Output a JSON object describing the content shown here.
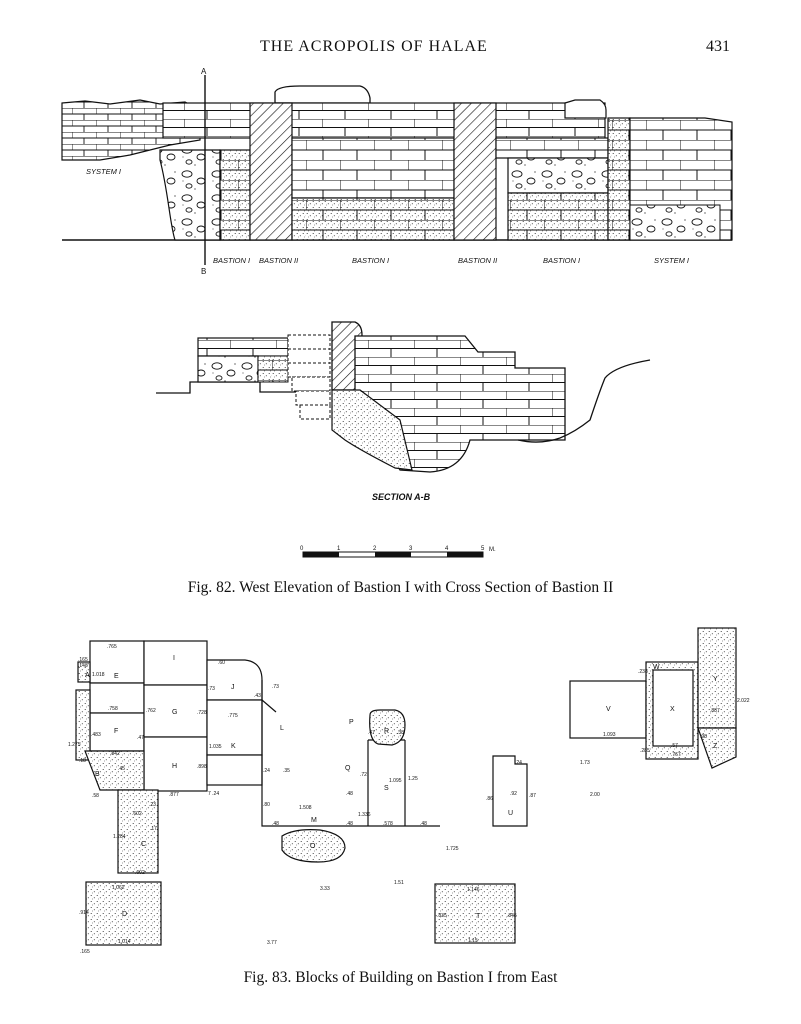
{
  "header": {
    "running_title": "THE ACROPOLIS OF HALAE",
    "page_number": "431"
  },
  "fig82": {
    "caption": "Fig. 82.  West Elevation of Bastion I with Cross Section of Bastion II",
    "section_label": "SECTION A-B",
    "marker_top": "A",
    "marker_bottom": "B",
    "system_label_left": "SYSTEM I",
    "bottom_labels": [
      "BASTION I",
      "BASTION II",
      "BASTION I",
      "BASTION II",
      "BASTION I",
      "SYSTEM I"
    ],
    "scale": {
      "ticks": [
        "0",
        "1",
        "2",
        "3",
        "4",
        "5"
      ],
      "unit": "M."
    }
  },
  "fig83": {
    "caption": "Fig. 83.  Blocks of Building on Bastion I from East",
    "block_letters": [
      "A",
      "B",
      "C",
      "D",
      "E",
      "F",
      "G",
      "H",
      "I",
      "J",
      "K",
      "L",
      "M",
      "O",
      "P",
      "Q",
      "R",
      "S",
      "T",
      "U",
      "V",
      "W",
      "X",
      "Y",
      "Z"
    ],
    "measurements": {
      "e_top": ".765",
      "e_l1": ".165",
      "e_l2": ".148",
      "e_r": "1.018",
      "f_top": ".758",
      "f_r": ".483",
      "f_l": "1.275",
      "f_b": ".842",
      "b_l": ".18",
      "b_r": ".45",
      "b_b": ".58",
      "g_l": ".762",
      "g_l2": ".47",
      "g_r": ".728",
      "h_r": ".898",
      "h_b": ".877",
      "h_b2": ".23",
      "c_t": ".602",
      "c_l": "1.284",
      "c_r": ".17",
      "c_b": ".602",
      "d_t": "1.062",
      "d_l": ".914",
      "d_b": "1.014",
      "d_b2": ".165",
      "j_t": ".60",
      "j_l": ".73",
      "j_r": ".43",
      "k_t": ".775",
      "k_l": "1.035",
      "k_b": "7 .24",
      "l_t": ".73",
      "l_1": ".35",
      "l_2": ".80",
      "l_3": ".24",
      "m_1": "1.508",
      "m_l": ".48",
      "m_r": ".48",
      "q_l": ".72",
      "q_2": ".48",
      "q_3": "1.336",
      "r_l": ".47",
      "r_r": ".38",
      "s_r": "1.095",
      "s_r2": "1.25",
      "s_b": ".578",
      "s_br": ".48",
      "d_misc1": "1.725",
      "d_misc2": "3.33",
      "d_misc3": "1.51",
      "d_misc4": "3.77",
      "t_t": "1.146",
      "t_l": ".835",
      "t_r": ".845",
      "t_b": "1.15",
      "u_t": ".24",
      "u_l": ".86",
      "u_m": ".92",
      "u_r": ".87",
      "v_b": "1.093",
      "v_misc": "1.73",
      "v_misc2": "2.00",
      "w_1": ".238",
      "w_2": ".285",
      "x_b": ".57",
      "x_b2": ".767",
      "y_r": "2.022",
      "y_m": ".887",
      "z_l": ".98"
    }
  }
}
